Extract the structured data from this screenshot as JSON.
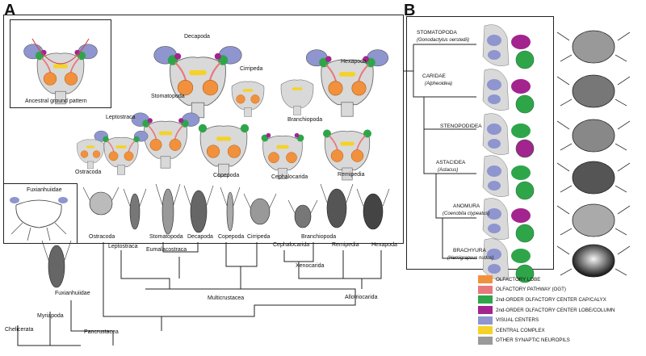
{
  "panels": {
    "a": "A",
    "b": "B"
  },
  "colors": {
    "visual": "#8e95cf",
    "olfactory_lobe": "#f2913d",
    "pathway": "#e8787c",
    "cap": "#2fa54a",
    "lobe_column": "#a3248e",
    "central": "#f5d22a",
    "neuropil": "#9a9a9a",
    "body": "#d9d9d9"
  },
  "panel_a": {
    "inset_ancestral": "Ancestral ground pattern",
    "inset_fuxian": "Fuxianhuiidae",
    "brains": {
      "decapoda": "Decapoda",
      "cirripeda": "Cirripeda",
      "hexapoda": "Hexapoda",
      "stomatopoda": "Stomatopoda",
      "leptostraca": "Leptostraca",
      "branchiopoda": "Branchiopoda",
      "ostracoda": "Ostracoda",
      "copepoda": "Copepoda",
      "cephalocarida": "Cephalocarida",
      "remipedia": "Remipedia"
    },
    "tree": {
      "chelicerata": "Chelicerata",
      "myriapoda": "Myriapoda",
      "fuxianhuiidae": "Fuxianhuiidae",
      "pancrustacea": "Pancrustacea",
      "ostracoda": "Ostracoda",
      "leptostraca": "Leptostraca",
      "stomatopoda": "Stomatopoda",
      "decapoda": "Decapoda",
      "eumalacostraca": "Eumalacostraca",
      "copepoda": "Copepoda",
      "cirripeda": "Cirripeda",
      "multicrustacea": "Multicrustacea",
      "cephalocarida": "Cephalocarida",
      "branchiopoda": "Branchiopoda",
      "xenocarida": "Xenocarida",
      "remipedia": "Remipedia",
      "hexapoda": "Hexapoda",
      "allotriocarida": "Allotriocarida"
    }
  },
  "panel_b": [
    {
      "group": "STOMATOPODA",
      "species": "(Gonodactylus oerstedii)"
    },
    {
      "group": "CARIDAE",
      "species": "(Alpheoidea)"
    },
    {
      "group": "STENOPODIDEA",
      "species": ""
    },
    {
      "group": "ASTACIDEA",
      "species": "(Astacus)"
    },
    {
      "group": "ANOMURA",
      "species": "(Coenobita clypeatus)"
    },
    {
      "group": "BRACHYURA",
      "species": "(Hemigrapsus nudus)"
    }
  ],
  "legend": [
    {
      "label": "OLFACTORY LOBE",
      "color": "#f2913d"
    },
    {
      "label": "OLFACTORY PATHWAY (OGT)",
      "color": "#e8787c"
    },
    {
      "label": "2nd-ORDER OLFACTORY CENTER CAP/CALYX",
      "color": "#2fa54a"
    },
    {
      "label": "2nd-ORDER OLFACTORY CENTER LOBE/COLUMN",
      "color": "#a3248e"
    },
    {
      "label": "VISUAL CENTERS",
      "color": "#8e95cf"
    },
    {
      "label": "CENTRAL COMPLEX",
      "color": "#f5d22a"
    },
    {
      "label": "OTHER SYNAPTIC NEUROPILS",
      "color": "#9a9a9a"
    }
  ]
}
